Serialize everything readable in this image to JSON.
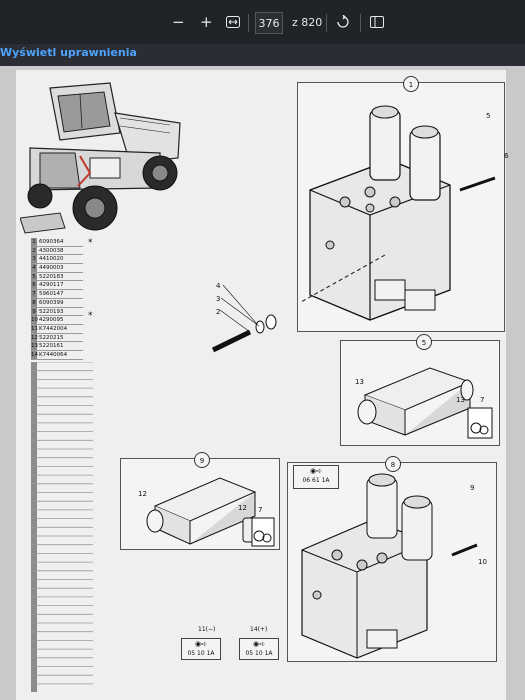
{
  "toolbar": {
    "page_current": "376",
    "page_of": "z 820"
  },
  "banner": {
    "text": "Wyświetl uprawnienia"
  },
  "parts_list": {
    "rows": [
      {
        "n": "1",
        "code": "6090364"
      },
      {
        "n": "2",
        "code": "4300038"
      },
      {
        "n": "3",
        "code": "4410020"
      },
      {
        "n": "4",
        "code": "4490003"
      },
      {
        "n": "5",
        "code": "5220183"
      },
      {
        "n": "6",
        "code": "4290117"
      },
      {
        "n": "7",
        "code": "5960147"
      },
      {
        "n": "8",
        "code": "6090399"
      },
      {
        "n": "9",
        "code": "5220193"
      },
      {
        "n": "10",
        "code": "4290095"
      },
      {
        "n": "11",
        "code": "K7442004"
      },
      {
        "n": "12",
        "code": "5220215"
      },
      {
        "n": "13",
        "code": "5220161"
      },
      {
        "n": "14",
        "code": "K7440064"
      }
    ],
    "star": "*"
  },
  "drawing": {
    "callouts": {
      "c1": "1",
      "c5": "5",
      "c9": "9",
      "c8": "8"
    },
    "labels": {
      "l5a": "5",
      "l6": "6",
      "l4": "4",
      "l3": "3",
      "l2": "2",
      "l13a": "13",
      "l13b": "13",
      "l7a": "7",
      "l12a": "12",
      "l12b": "12",
      "l7b": "7",
      "l9": "9",
      "l10": "10"
    },
    "badges": {
      "b1": "06 61 1A",
      "b2": "05 10 1A",
      "b3": "05 10 1A"
    },
    "captions": {
      "cap11": "11(−)",
      "cap14": "14(+)"
    }
  }
}
